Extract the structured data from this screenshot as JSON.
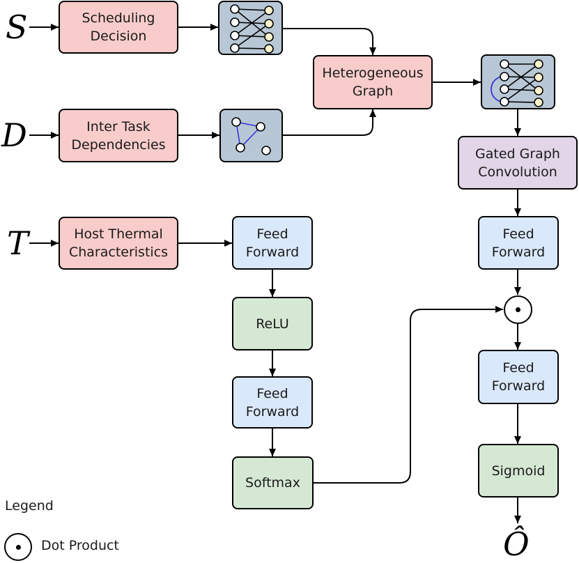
{
  "inputs": {
    "s": "S",
    "d": "D",
    "t": "T",
    "output": "Ô"
  },
  "boxes": {
    "scheduling_decision": "Scheduling\nDecision",
    "inter_task_dependencies": "Inter Task\nDependencies",
    "host_thermal_characteristics": "Host Thermal\nCharacteristics",
    "heterogeneous_graph": "Heterogeneous\nGraph",
    "gated_graph_convolution": "Gated Graph\nConvolution",
    "feed_forward_left_1": "Feed\nForward",
    "relu": "ReLU",
    "feed_forward_left_2": "Feed\nForward",
    "softmax": "Softmax",
    "feed_forward_right_1": "Feed\nForward",
    "feed_forward_right_2": "Feed\nForward",
    "sigmoid": "Sigmoid"
  },
  "legend": {
    "title": "Legend",
    "dot_product_label": "Dot Product"
  },
  "colors": {
    "input_box": "#f8cccb",
    "feed_forward": "#dae8fb",
    "activation": "#d5e8d4",
    "convolution": "#e1d5e7",
    "graph_icon": "#b8c7d5",
    "node_left": "#ffffff",
    "node_right": "#fff2cc",
    "graph_edge_blue": "#3333dd"
  }
}
